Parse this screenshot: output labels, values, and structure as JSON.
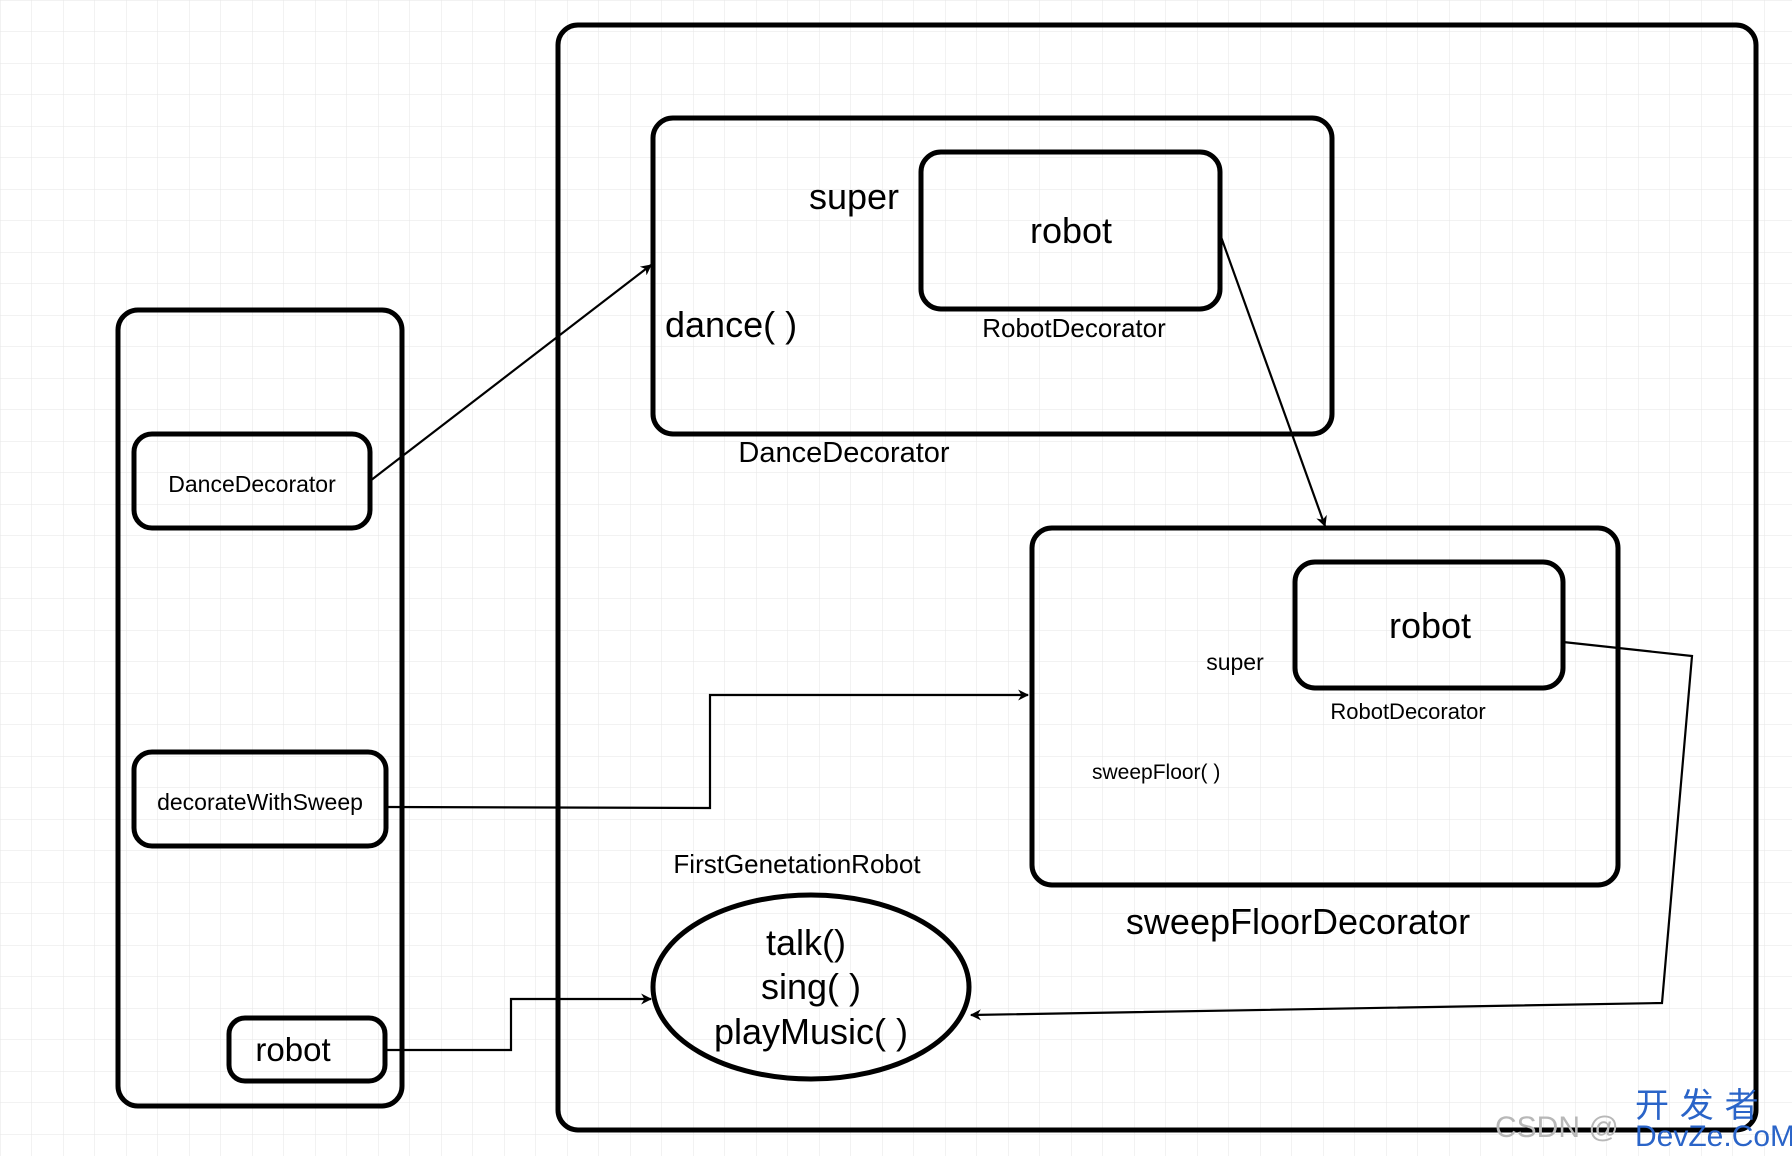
{
  "left_panel": {
    "dance_decorator": "DanceDecorator",
    "decorate_with_sweep": "decorateWithSweep",
    "robot": "robot"
  },
  "dance_decorator_box": {
    "super_label": "super",
    "method_label": "dance( )",
    "inner_robot": "robot",
    "inner_caption": "RobotDecorator",
    "caption": "DanceDecorator"
  },
  "sweep_decorator_box": {
    "super_label": "super",
    "method_label": "sweepFloor( )",
    "inner_robot": "robot",
    "inner_caption": "RobotDecorator",
    "caption": "sweepFloorDecorator"
  },
  "first_generation_robot": {
    "caption": "FirstGenetationRobot",
    "methods": [
      "talk()",
      "sing( )",
      "playMusic( )"
    ]
  },
  "watermark": {
    "csdn": "CSDN @",
    "cn": "开 发 者",
    "en": "DevZe.CoM"
  },
  "colors": {
    "grid": "#e6e6e6",
    "stroke": "#000000",
    "watermark_blue": "#2a64c8"
  }
}
